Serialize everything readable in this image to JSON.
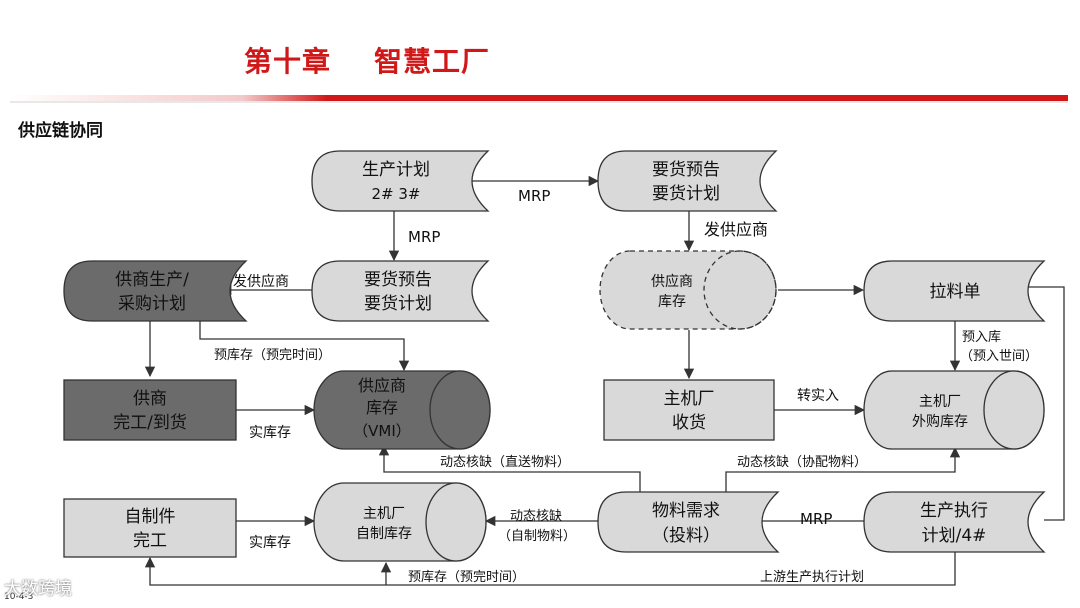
{
  "header": {
    "title": "第十章    智慧工厂",
    "subtitle": "供应链协同",
    "footer_number": "10-4-3",
    "watermark": "大数跨境"
  },
  "nodes": {
    "production_plan": {
      "line1": "生产计划",
      "line2": "2#   3#"
    },
    "demand_forecast_top": {
      "line1": "要货预告",
      "line2": "要货计划"
    },
    "supplier_production": {
      "line1": "供商生产/",
      "line2": "采购计划"
    },
    "demand_forecast_mid": {
      "line1": "要货预告",
      "line2": "要货计划"
    },
    "supplier_inventory_dashed": {
      "line1": "供应商",
      "line2": "库存"
    },
    "pull_list": {
      "line1": "拉料单"
    },
    "supplier_finish": {
      "line1": "供商",
      "line2": "完工/到货"
    },
    "vmi_inventory": {
      "line1": "供应商",
      "line2": "库存",
      "line3": "（VMI）"
    },
    "oem_receiving": {
      "line1": "主机厂",
      "line2": "收货"
    },
    "oem_purchased_inventory": {
      "line1": "主机厂",
      "line2": "外购库存"
    },
    "self_made_finish": {
      "line1": "自制件",
      "line2": "完工"
    },
    "oem_self_inventory": {
      "line1": "主机厂",
      "line2": "自制库存"
    },
    "material_demand": {
      "line1": "物料需求",
      "line2": "（投料）"
    },
    "production_execution": {
      "line1": "生产执行",
      "line2": "计划/4#"
    }
  },
  "edges": {
    "mrp_top": "MRP",
    "mrp_down": "MRP",
    "send_supplier_top": "发供应商",
    "send_supplier_mid": "发供应商",
    "pre_inventory_top": "预库存（预完时间）",
    "pre_in_warehouse_1": "预入库",
    "pre_in_warehouse_2": "（预入世间）",
    "actual_inventory_top": "实库存",
    "transfer_in": "转实入",
    "dynamic_shortage_direct": "动态核缺（直送物料）",
    "dynamic_shortage_assist": "动态核缺（协配物料）",
    "dynamic_shortage_self_1": "动态核缺",
    "dynamic_shortage_self_2": "（自制物料）",
    "mrp_bottom": "MRP",
    "actual_inventory_bottom": "实库存",
    "pre_inventory_bottom": "预库存（预完时间）",
    "upstream_plan": "上游生产执行计划"
  },
  "colors": {
    "accent_red": "#d01818",
    "light_fill": "#d9d9d9",
    "dark_fill": "#6b6b6b",
    "stroke": "#333333"
  }
}
